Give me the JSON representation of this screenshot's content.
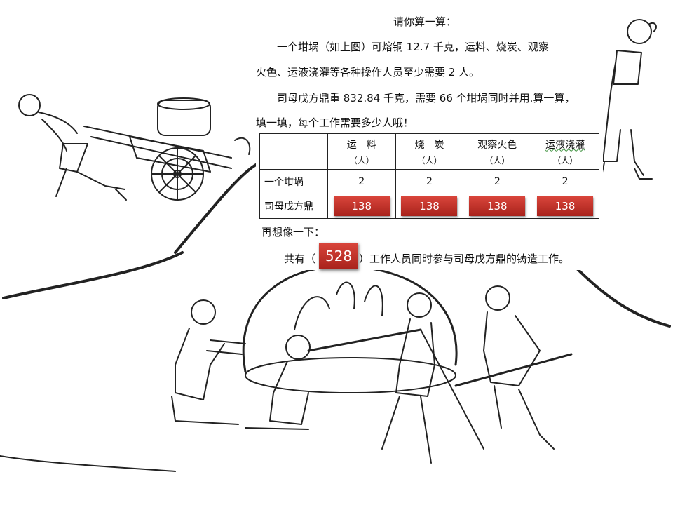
{
  "heading": "请你算一算：",
  "para1_line1": "一个坩埚（如上图）可熔铜 12.7 千克，运料、烧炭、观察",
  "para1_line2": "火色、运液浇灌等各种操作人员至少需要 2 人。",
  "para2_line1": "司母戊方鼎重 832.84 千克，需要 66 个坩埚同时并用.算一算，",
  "para2_line2": "填一填，每个工作需要多少人哦！",
  "table": {
    "columns": [
      {
        "name": "运　料",
        "unit": "（人）"
      },
      {
        "name": "烧　炭",
        "unit": "（人）"
      },
      {
        "name": "观察火色",
        "unit": "（人）"
      },
      {
        "name": "运液浇灌",
        "unit": "（人）"
      }
    ],
    "rows": [
      {
        "label": "一个坩埚",
        "values": [
          "2",
          "2",
          "2",
          "2"
        ]
      },
      {
        "label": "司母戊方鼎",
        "values": [
          "138",
          "138",
          "138",
          "138"
        ]
      }
    ]
  },
  "imagine": "再想像一下：",
  "summary_prefix": "共有（",
  "summary_total": "528",
  "summary_suffix": "）工作人员同时参与司母戊方鼎的铸造工作。",
  "colors": {
    "answer_box": "#b52a22",
    "answer_text": "#ffffff"
  }
}
